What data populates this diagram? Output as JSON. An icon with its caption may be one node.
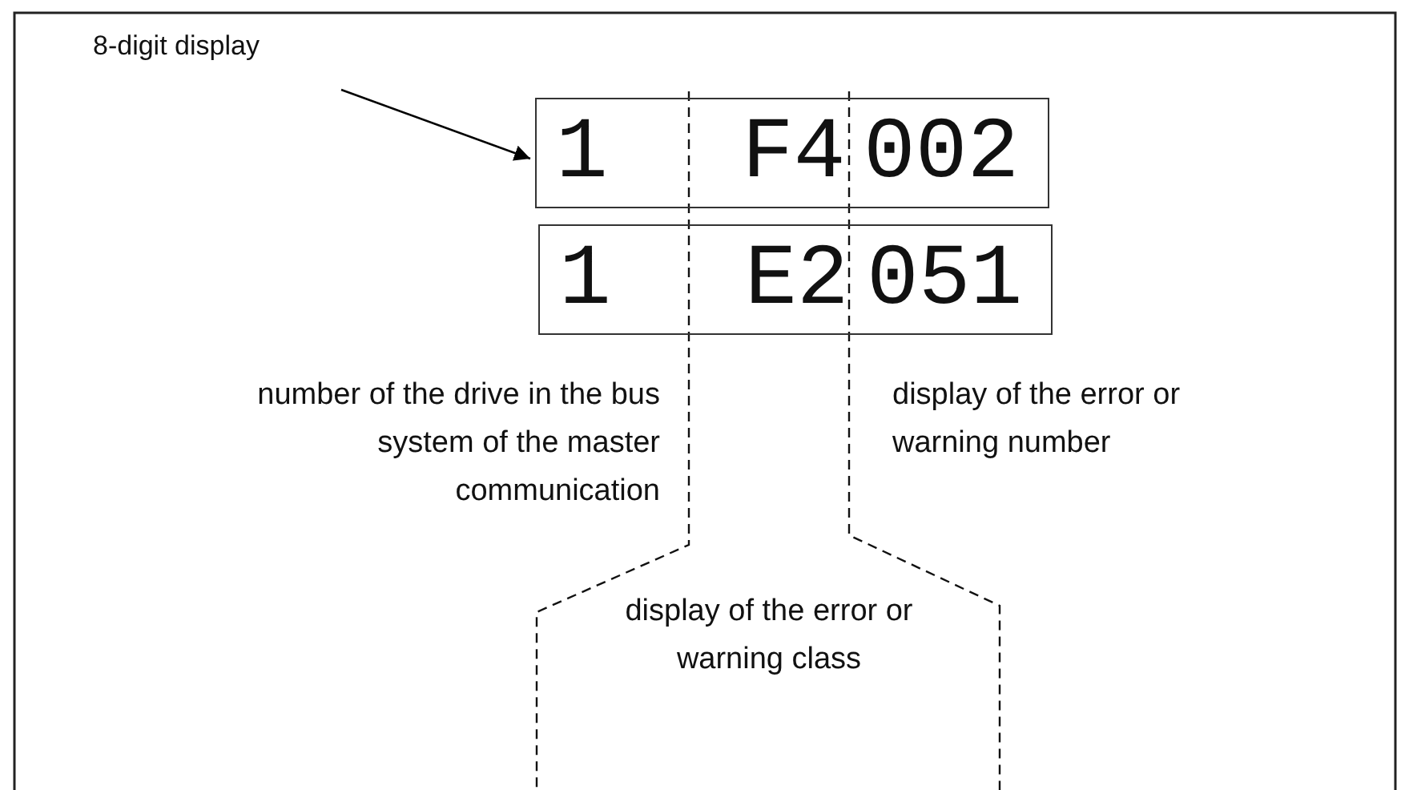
{
  "diagram": {
    "nodes": [
      {
        "text": [
          "8-digit display"
        ]
      },
      {
        "text": [
          "1",
          "F4",
          "002"
        ]
      },
      {
        "text": [
          "1",
          "E2",
          "051"
        ]
      }
    ],
    "edges": [
      {
        "from": 0,
        "to": 1,
        "arrow": "to"
      }
    ],
    "labels": [
      "number of the drive in the bus system of the master communication",
      "display of the error or warning number",
      "display of the error or warning class"
    ]
  }
}
